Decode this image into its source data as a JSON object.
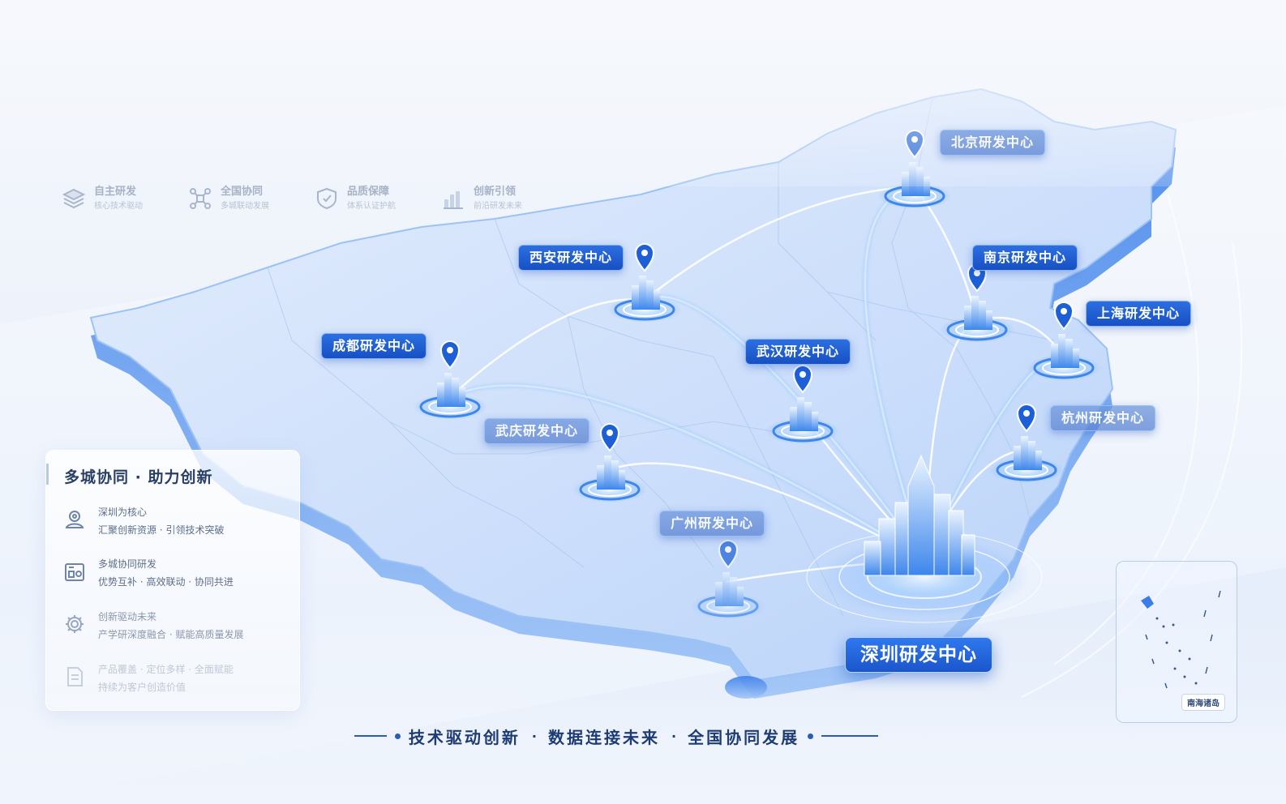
{
  "features": [
    {
      "icon": "layers-icon",
      "title": "自主研发",
      "subtitle": "核心技术驱动"
    },
    {
      "icon": "network-icon",
      "title": "全国协同",
      "subtitle": "多城联动发展"
    },
    {
      "icon": "shield-icon",
      "title": "品质保障",
      "subtitle": "体系认证护航"
    },
    {
      "icon": "bar-chart-icon",
      "title": "创新引领",
      "subtitle": "前沿研发未来"
    }
  ],
  "panel": {
    "title": "多城协同 · 助力创新",
    "items": [
      {
        "icon": "location-person-icon",
        "line1": "深圳为核心",
        "line2": "汇聚创新资源 · 引领技术突破"
      },
      {
        "icon": "building-network-icon",
        "line1": "多城协同研发",
        "line2": "优势互补 · 高效联动 · 协同共进"
      },
      {
        "icon": "gear-icon",
        "line1": "创新驱动未来",
        "line2": "产学研深度融合 · 赋能高质量发展"
      },
      {
        "icon": "document-icon",
        "line1": "产品覆盖 · 定位多样 · 全面赋能",
        "line2": "持续为客户创造价值"
      }
    ]
  },
  "centers": {
    "beijing": "北京研发中心",
    "xian": "西安研发中心",
    "nanjing": "南京研发中心",
    "shanghai": "上海研发中心",
    "chengdu": "成都研发中心",
    "wuhan": "武汉研发中心",
    "chongqing": "武庆研发中心",
    "hangzhou": "杭州研发中心",
    "guangzhou": "广州研发中心",
    "shenzhen": "深圳研发中心"
  },
  "slogan": {
    "part1": "技术驱动创新",
    "part2": "数据连接未来",
    "part3": "全国协同发展",
    "separator": "·"
  },
  "inset": {
    "label": "南海诸岛"
  },
  "colors": {
    "accent": "#1b55cc",
    "map_fill": "#cfe0fb",
    "map_edge": "#3b7de8",
    "glow": "#8fc2ff"
  }
}
